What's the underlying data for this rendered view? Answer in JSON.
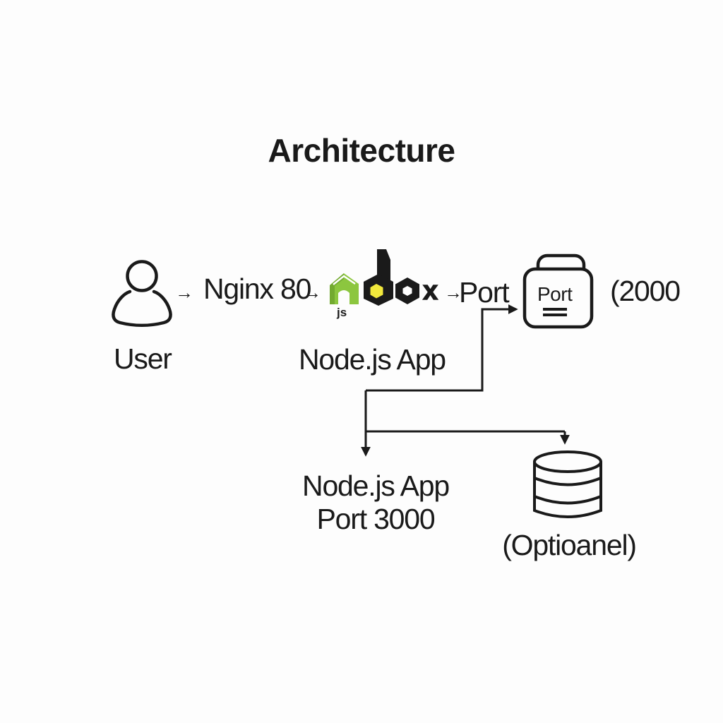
{
  "title": "Architecture",
  "colors": {
    "ink": "#1a1a1a",
    "node_green": "#8CC63F",
    "node_green_dark": "#6FA52E",
    "hex_yellow": "#F1E83C",
    "background": "#FDFDFD"
  },
  "flow": {
    "user": {
      "icon": "user-icon",
      "label": "User"
    },
    "arrow_glyph": "→",
    "nginx_label": "Nginx 80",
    "node_logo": {
      "icons": [
        "node-green-n-icon",
        "hexagon-d-icon",
        "hexagon-o-icon"
      ],
      "js_label": "js",
      "x_label": "x",
      "app_label": "Node.js App"
    },
    "port_label": "Port",
    "port_box": {
      "icon": "document-copy-icon",
      "label": "Port"
    },
    "port_value": "(2000"
  },
  "branch": {
    "app": {
      "line1": "Node.js App",
      "line2": "Port 3000"
    },
    "database": {
      "icon": "database-icon",
      "label": "(Optioanel)"
    }
  }
}
